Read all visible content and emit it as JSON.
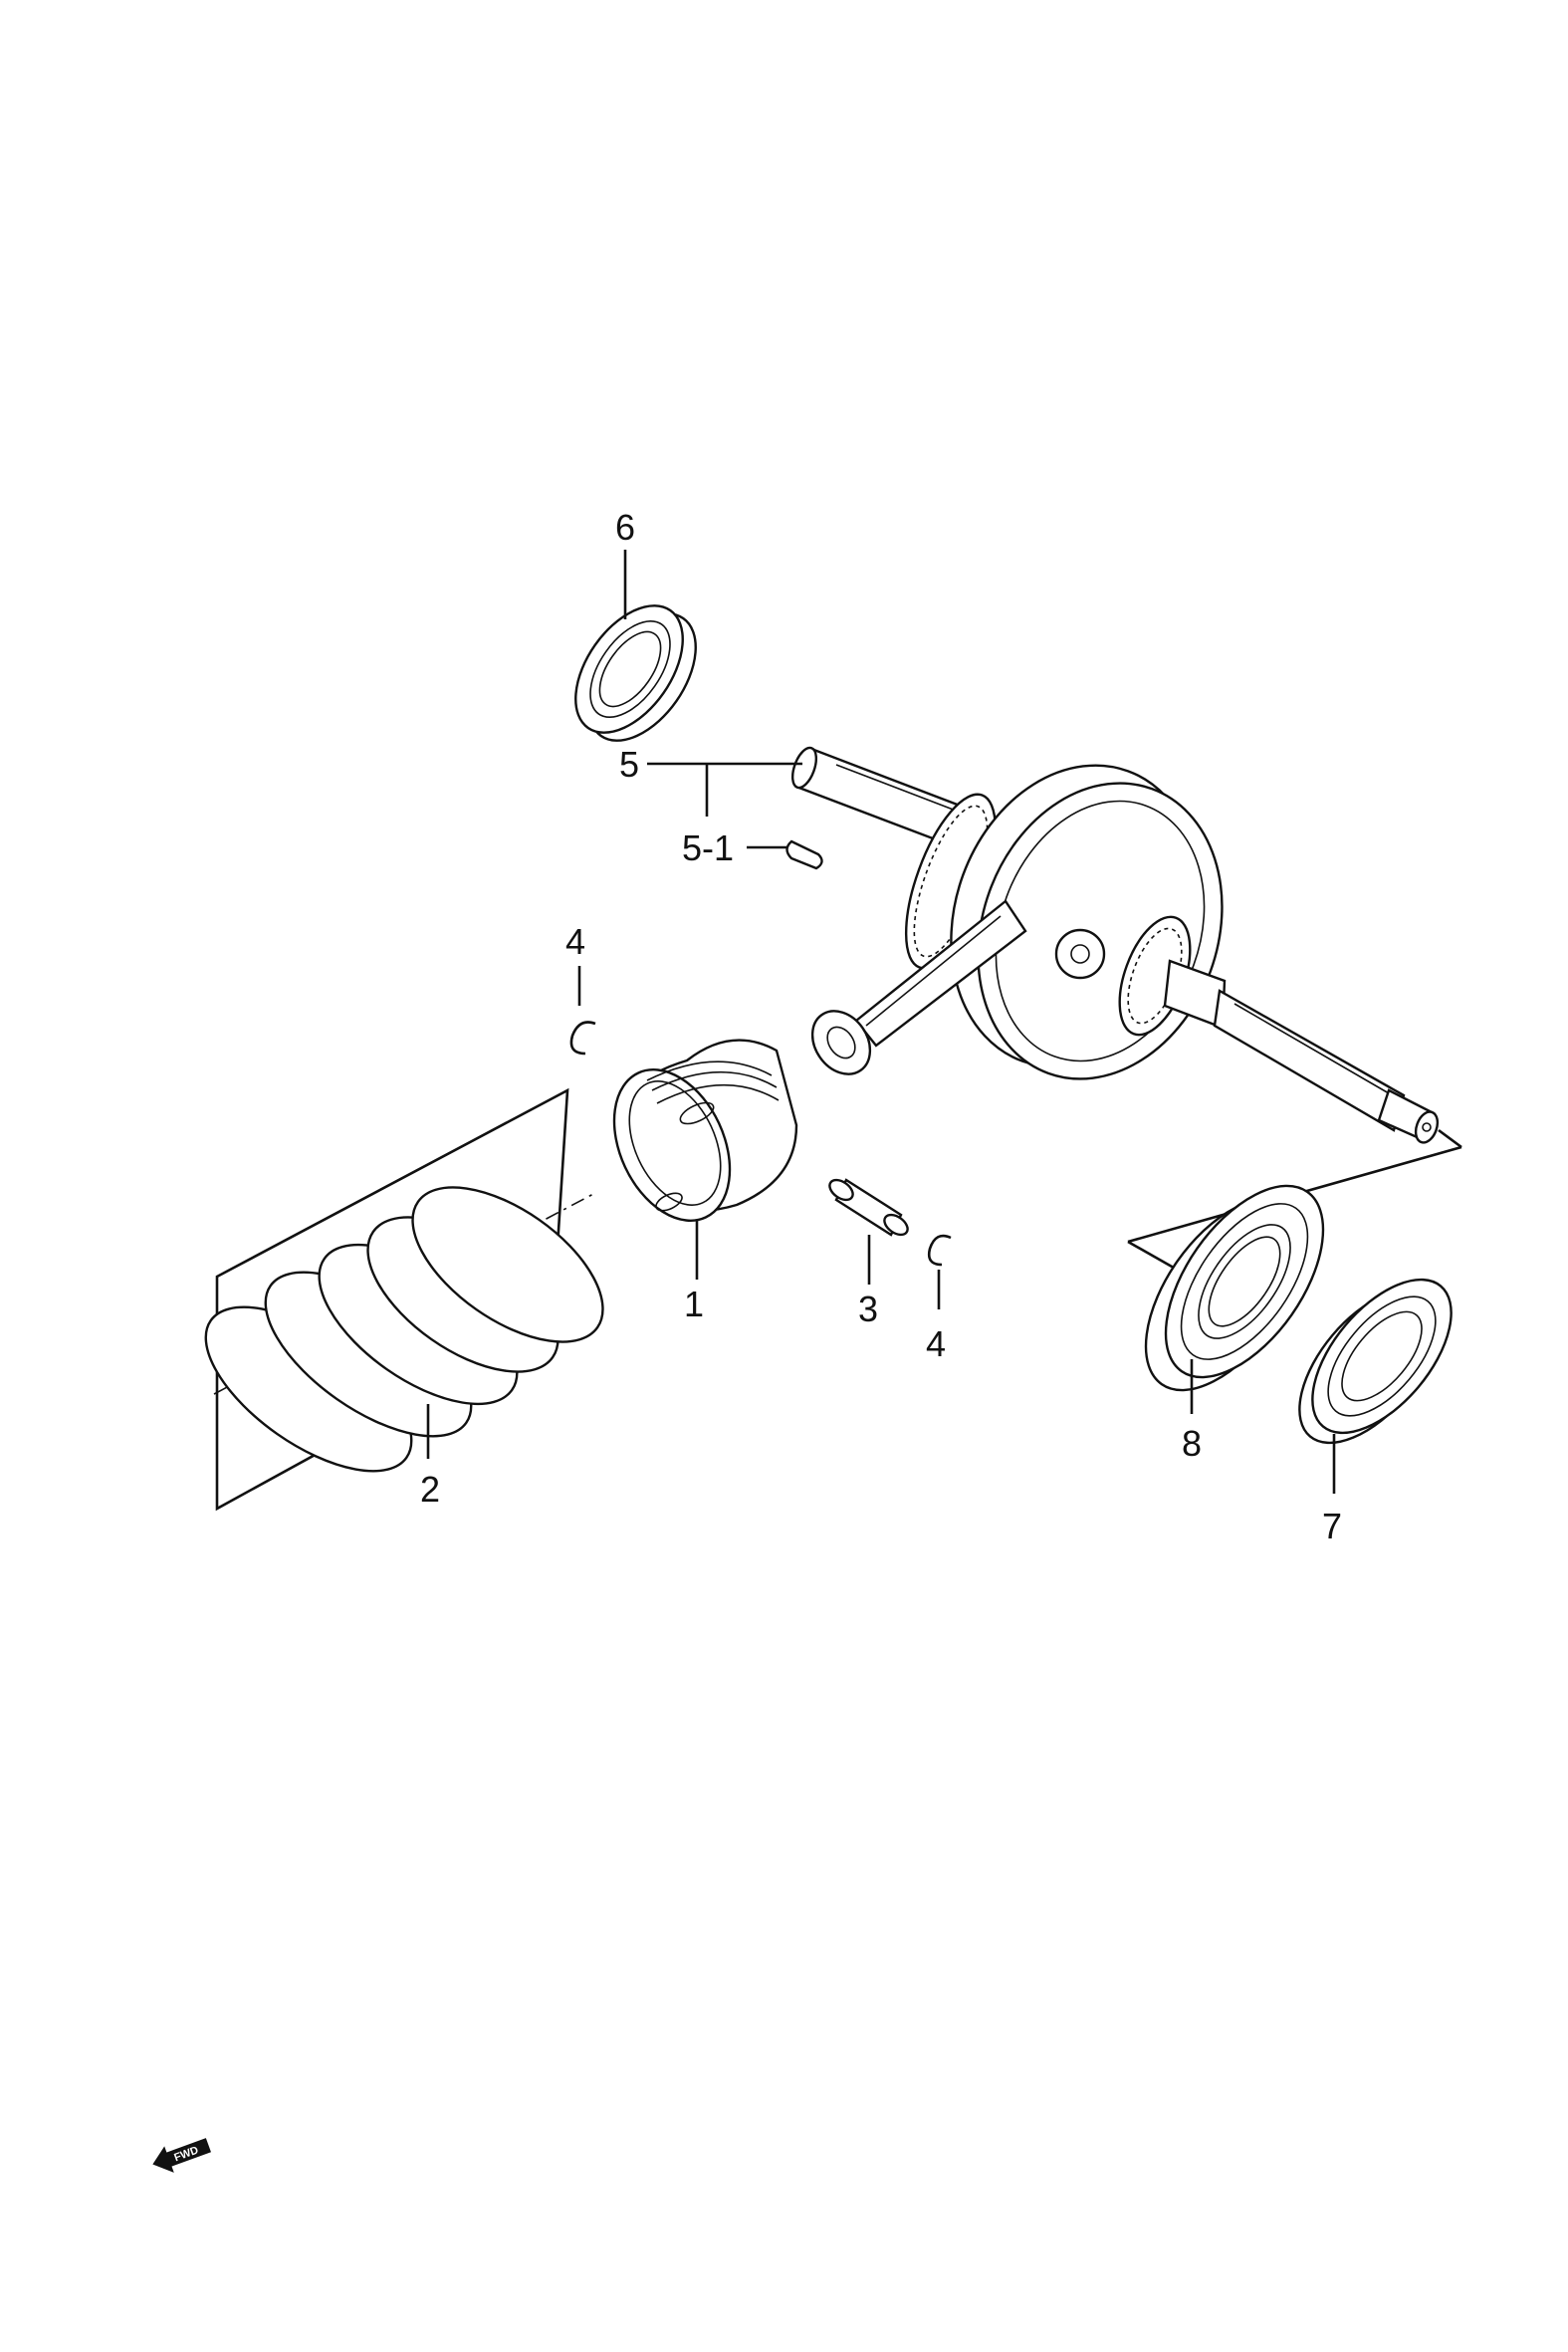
{
  "callouts": {
    "part_1": "1",
    "part_2": "2",
    "part_3": "3",
    "part_4_top": "4",
    "part_4_bottom": "4",
    "part_5": "5",
    "part_5_1": "5-1",
    "part_6": "6",
    "part_7": "7",
    "part_8": "8"
  },
  "fwd_badge": {
    "text": "FWD",
    "icon": "fwd-arrow-icon"
  }
}
